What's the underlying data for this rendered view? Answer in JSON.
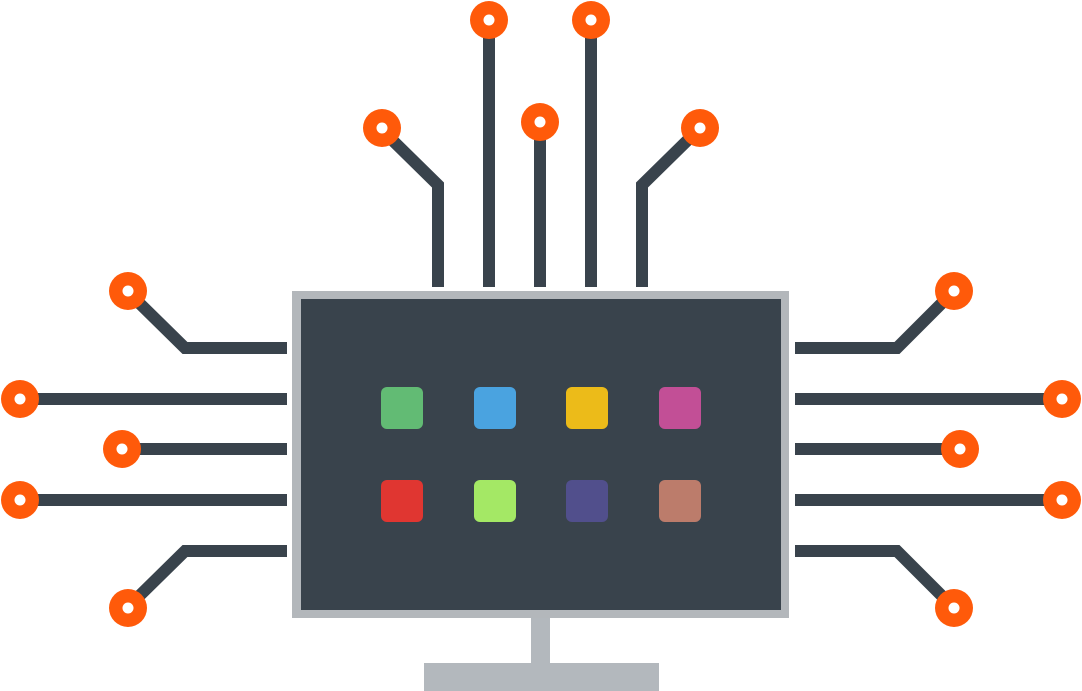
{
  "colors": {
    "trace": "#39434c",
    "node": "#ff5a0a",
    "node_center": "#ffffff",
    "monitor_bezel": "#b3b7bb",
    "monitor_screen": "#39434c",
    "stand": "#b3b8bd"
  },
  "monitor": {
    "screen_icon_rows": 2,
    "screen_icon_columns": 4,
    "app_tiles": [
      {
        "icon": "app-tile-green",
        "color": "#62bb74"
      },
      {
        "icon": "app-tile-blue",
        "color": "#4aa3e0"
      },
      {
        "icon": "app-tile-yellow",
        "color": "#ecbb19"
      },
      {
        "icon": "app-tile-magenta",
        "color": "#c24f96"
      },
      {
        "icon": "app-tile-red",
        "color": "#e03631"
      },
      {
        "icon": "app-tile-lime",
        "color": "#a4e865"
      },
      {
        "icon": "app-tile-indigo",
        "color": "#514f8c"
      },
      {
        "icon": "app-tile-brown",
        "color": "#bc7c6b"
      }
    ]
  },
  "circuit": {
    "left_trace_count": 5,
    "right_trace_count": 5,
    "top_trace_count": 5
  }
}
